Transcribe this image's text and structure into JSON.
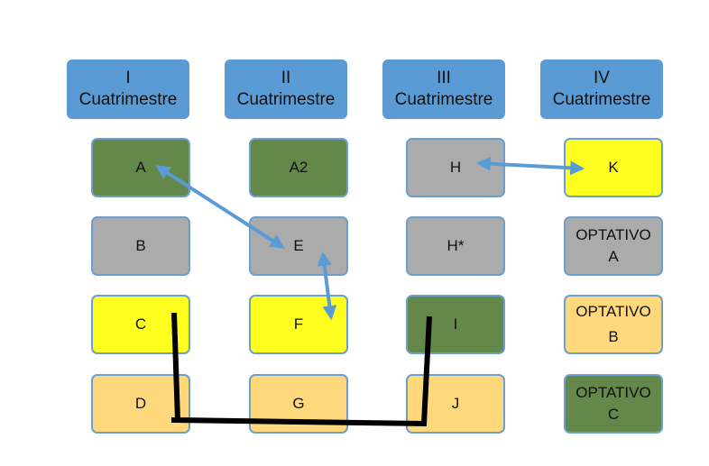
{
  "headers": [
    {
      "numeral": "I",
      "label": "Cuatrimestre"
    },
    {
      "numeral": "II",
      "label": "Cuatrimestre"
    },
    {
      "numeral": "III",
      "label": "Cuatrimestre"
    },
    {
      "numeral": "IV",
      "label": "Cuatrimestre"
    }
  ],
  "colors": {
    "header": "#5b9bd5",
    "green": "#63884a",
    "gray": "#ababab",
    "yellow": "#ffff1f",
    "tan": "#ffd87c",
    "arrow": "#5b9bd5",
    "path_line": "#000000"
  },
  "columns": [
    {
      "boxes": [
        {
          "line1": "A",
          "line2": "",
          "color": "green"
        },
        {
          "line1": "B",
          "line2": "",
          "color": "gray"
        },
        {
          "line1": "C",
          "line2": "",
          "color": "yellow"
        },
        {
          "line1": "D",
          "line2": "",
          "color": "tan"
        }
      ]
    },
    {
      "boxes": [
        {
          "line1": "A2",
          "line2": "",
          "color": "green"
        },
        {
          "line1": "E",
          "line2": "",
          "color": "gray"
        },
        {
          "line1": "F",
          "line2": "",
          "color": "yellow"
        },
        {
          "line1": "G",
          "line2": "",
          "color": "tan"
        }
      ]
    },
    {
      "boxes": [
        {
          "line1": "H",
          "line2": "",
          "color": "gray"
        },
        {
          "line1": "H*",
          "line2": "",
          "color": "gray"
        },
        {
          "line1": "I",
          "line2": "",
          "color": "green"
        },
        {
          "line1": "J",
          "line2": "",
          "color": "tan"
        }
      ]
    },
    {
      "boxes": [
        {
          "line1": "K",
          "line2": "",
          "color": "yellow"
        },
        {
          "line1": "OPTATIVO",
          "line2": "A",
          "color": "gray"
        },
        {
          "line1": "OPTATIVO",
          "line2": "B",
          "color": "tan"
        },
        {
          "line1": "OPTATIVO",
          "line2": "C",
          "color": "green"
        }
      ]
    }
  ],
  "connections": [
    {
      "from": "A",
      "to": "E",
      "type": "double-arrow"
    },
    {
      "from": "E",
      "to": "F",
      "type": "double-arrow"
    },
    {
      "from": "H",
      "to": "K",
      "type": "double-arrow"
    },
    {
      "from": "C",
      "to": "I",
      "type": "line",
      "via": [
        "D",
        "J"
      ]
    }
  ]
}
